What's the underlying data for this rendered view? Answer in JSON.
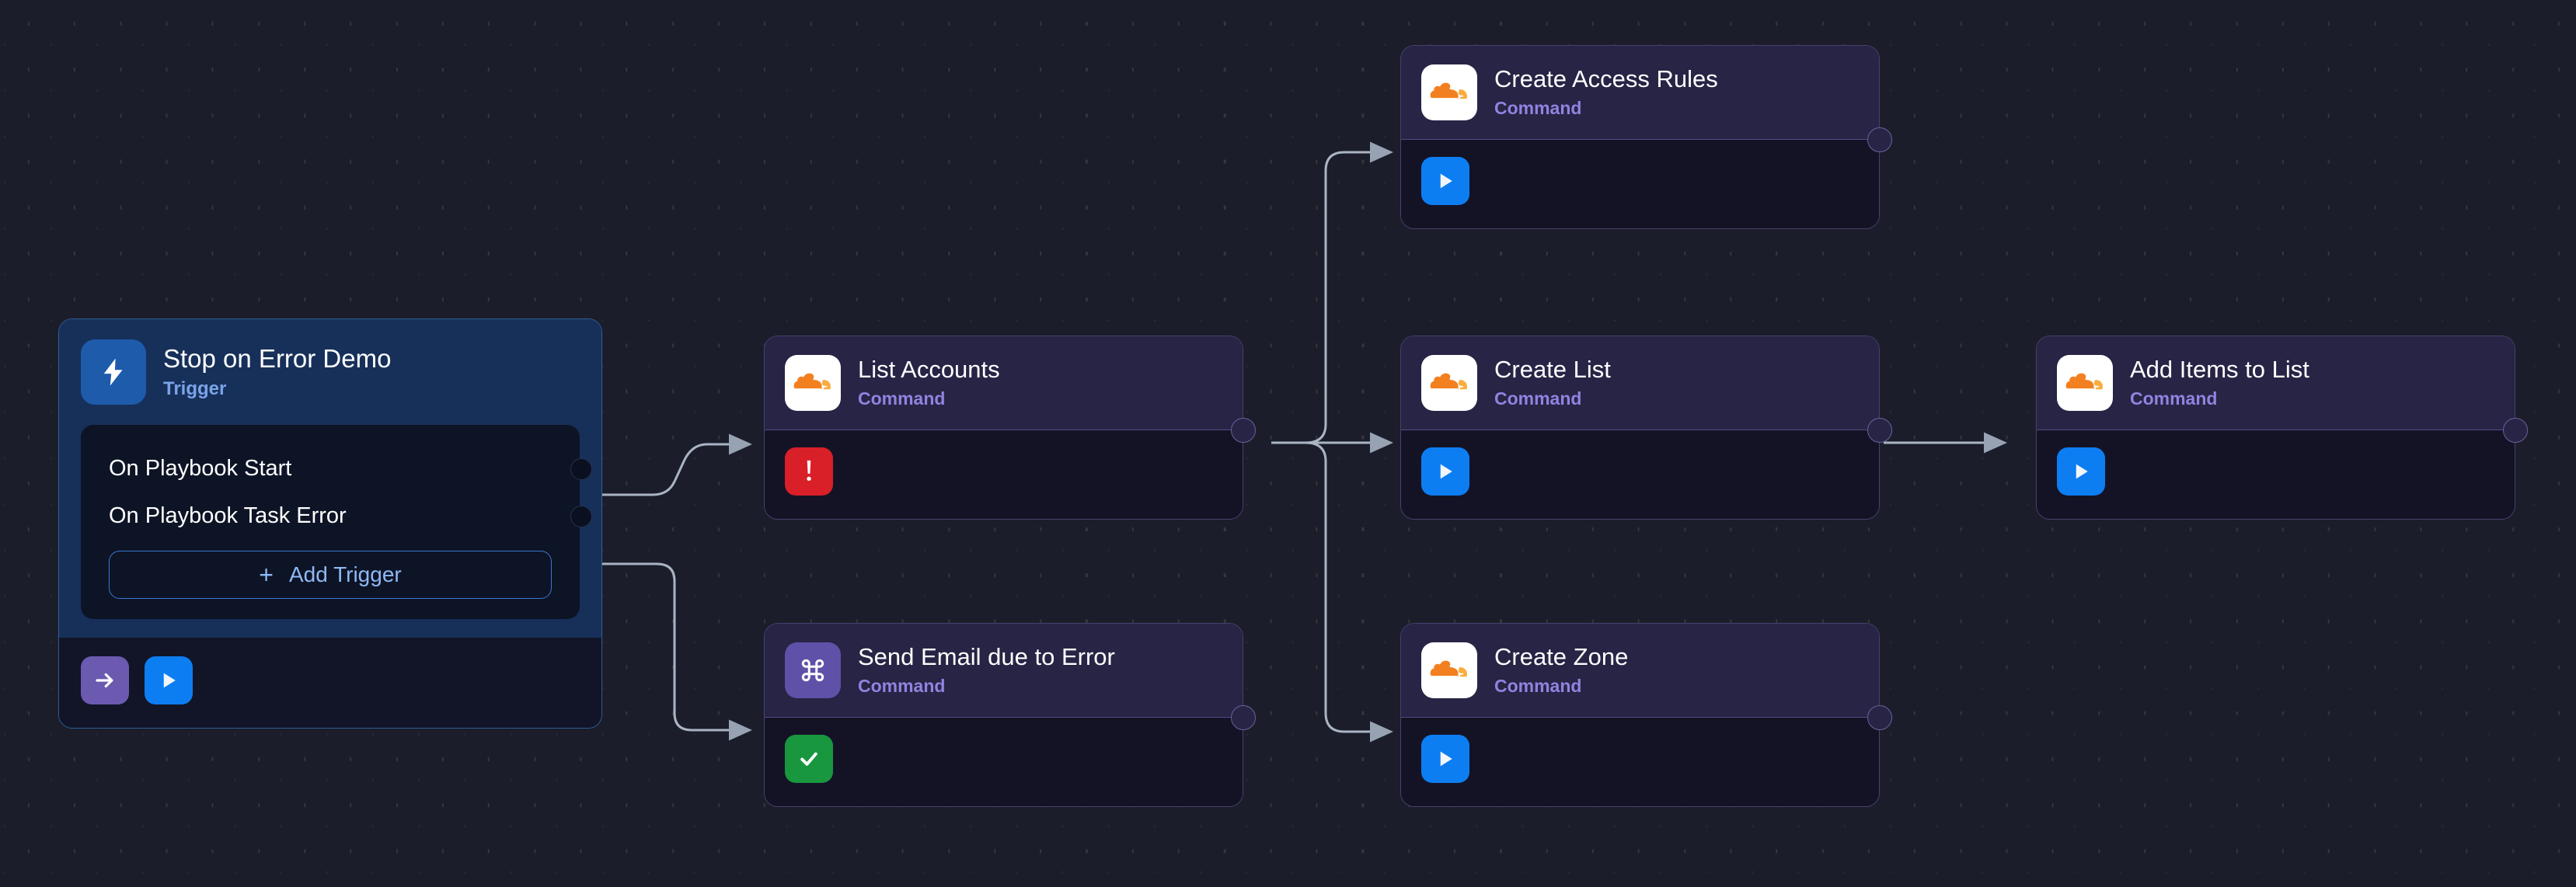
{
  "canvas": {
    "background_color": "#1b1e2a",
    "grid": "dot-grid"
  },
  "trigger_node": {
    "title": "Stop on Error Demo",
    "subtitle": "Trigger",
    "icon": "lightning-bolt-icon",
    "accent_color": "#1f5bab",
    "triggers": [
      {
        "label": "On Playbook Start"
      },
      {
        "label": "On Playbook Task Error"
      }
    ],
    "add_trigger_label": "Add Trigger",
    "add_trigger_plus": "+",
    "footer_buttons": [
      {
        "name": "arrow-right-icon",
        "color": "#6b5ab0"
      },
      {
        "name": "play-icon",
        "color": "#0d7ef2"
      }
    ]
  },
  "nodes": [
    {
      "id": "create-access-rules",
      "title": "Create Access Rules",
      "subtitle": "Command",
      "icon": "cloudflare-icon",
      "icon_style": "white",
      "status": "run",
      "status_icon": "play-icon",
      "status_color": "#0d7ef2"
    },
    {
      "id": "list-accounts",
      "title": "List Accounts",
      "subtitle": "Command",
      "icon": "cloudflare-icon",
      "icon_style": "white",
      "status": "error",
      "status_icon": "exclamation-icon",
      "status_color": "#d91f28"
    },
    {
      "id": "create-list",
      "title": "Create List",
      "subtitle": "Command",
      "icon": "cloudflare-icon",
      "icon_style": "white",
      "status": "run",
      "status_icon": "play-icon",
      "status_color": "#0d7ef2"
    },
    {
      "id": "add-items-to-list",
      "title": "Add Items to List",
      "subtitle": "Command",
      "icon": "cloudflare-icon",
      "icon_style": "white",
      "status": "run",
      "status_icon": "play-icon",
      "status_color": "#0d7ef2"
    },
    {
      "id": "send-email-due-to-error",
      "title": "Send Email due to Error",
      "subtitle": "Command",
      "icon": "command-key-icon",
      "icon_style": "purple",
      "status": "ok",
      "status_icon": "check-icon",
      "status_color": "#18973f"
    },
    {
      "id": "create-zone",
      "title": "Create Zone",
      "subtitle": "Command",
      "icon": "cloudflare-icon",
      "icon_style": "white",
      "status": "run",
      "status_icon": "play-icon",
      "status_color": "#0d7ef2"
    }
  ],
  "edge_color": "#aab4c4"
}
